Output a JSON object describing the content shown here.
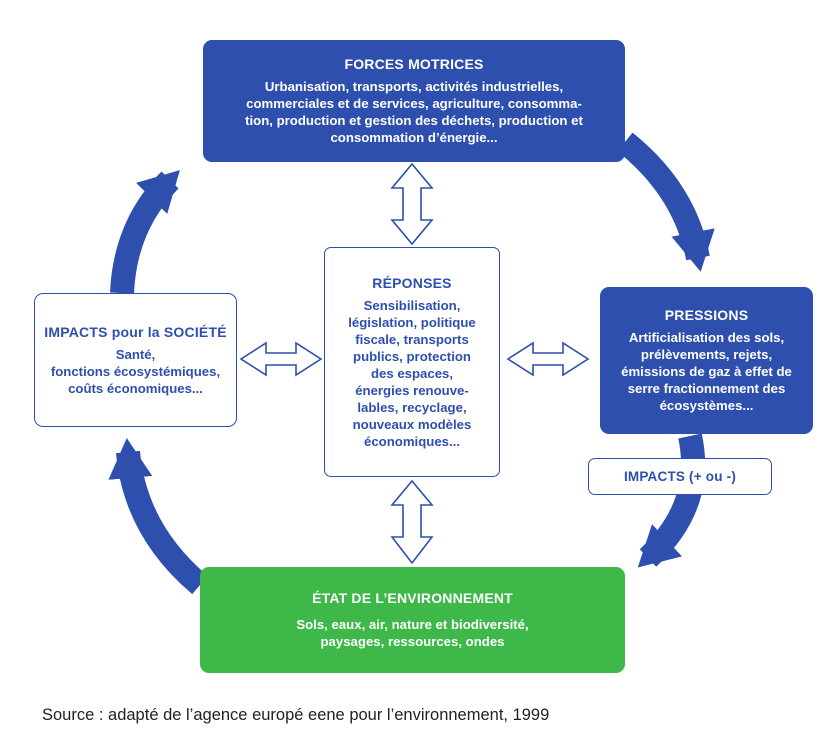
{
  "colors": {
    "blue": "#2e4fae",
    "green": "#3db849",
    "white": "#ffffff",
    "text_dark": "#222222"
  },
  "boxes": {
    "forces_motrices": {
      "title": "FORCES MOTRICES",
      "lines": [
        "Urbanisation, transports, activités industrielles,",
        "commerciales et de services, agriculture, consomma-",
        "tion, production et gestion des déchets, production et",
        "consommation d’énergie..."
      ]
    },
    "pressions": {
      "title": "PRESSIONS",
      "lines": [
        "Artificialisation des sols,",
        "prélèvements, rejets,",
        "émissions de gaz à effet de",
        "serre fractionnement des",
        "écosystèmes..."
      ]
    },
    "reponses": {
      "title": "RÉPONSES",
      "lines": [
        "Sensibilisation,",
        "législation, politique",
        "fiscale, transports",
        "publics, protection",
        "des espaces,",
        "énergies renouve-",
        "lables, recyclage,",
        "nouveaux modèles",
        "économiques..."
      ]
    },
    "impacts_societe": {
      "title": "IMPACTS pour la SOCIÉTÉ",
      "lines": [
        "Santé,",
        "fonctions écosystémiques,",
        "coûts économiques..."
      ]
    },
    "impacts_plus_moins": {
      "title": "IMPACTS (+ ou -)"
    },
    "etat_environnement": {
      "title": "ÉTAT DE L’ENVIRONNEMENT",
      "lines": [
        "Sols, eaux, air, nature et biodiversité,",
        "paysages, ressources, ondes"
      ]
    }
  },
  "source": "Source : adapté de l’agence europé eene pour l’environnement, 1999"
}
